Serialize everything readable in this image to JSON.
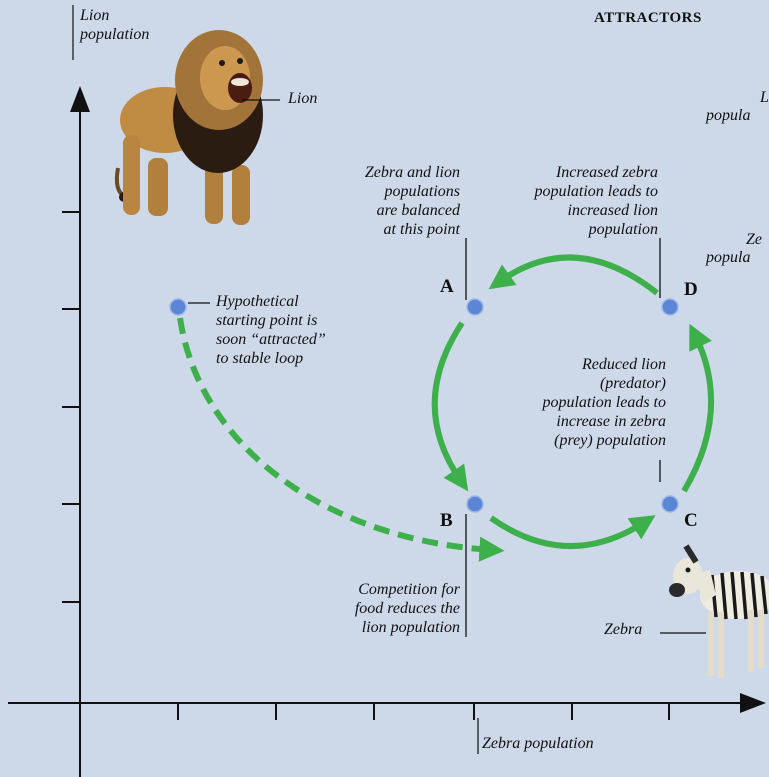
{
  "title": "ATTRACTORS",
  "y_axis_label": "Lion\npopulation",
  "x_axis_label": "Zebra population",
  "animals": {
    "lion": "Lion",
    "zebra": "Zebra"
  },
  "points": {
    "a": "A",
    "b": "B",
    "c": "C",
    "d": "D"
  },
  "annotations": {
    "balanced": "Zebra and lion\npopulations\nare balanced\nat this point",
    "increased_zebra": "Increased zebra\npopulation leads to\nincreased lion\npopulation",
    "hypothetical": "Hypothetical\nstarting point is\nsoon “attracted”\nto stable loop",
    "reduced_lion": "Reduced lion\n(predator)\npopulation leads to\nincrease in zebra\n(prey) population",
    "competition": "Competition for\nfood reduces the\nlion population"
  },
  "cutoff_text": {
    "l": "L",
    "popula1": "popula",
    "ze": "Ze",
    "popula2": "popula"
  },
  "colors": {
    "background": "#cdd8e8",
    "loop": "#3db04b",
    "dot": "#5b86d6",
    "axis": "#111111"
  }
}
